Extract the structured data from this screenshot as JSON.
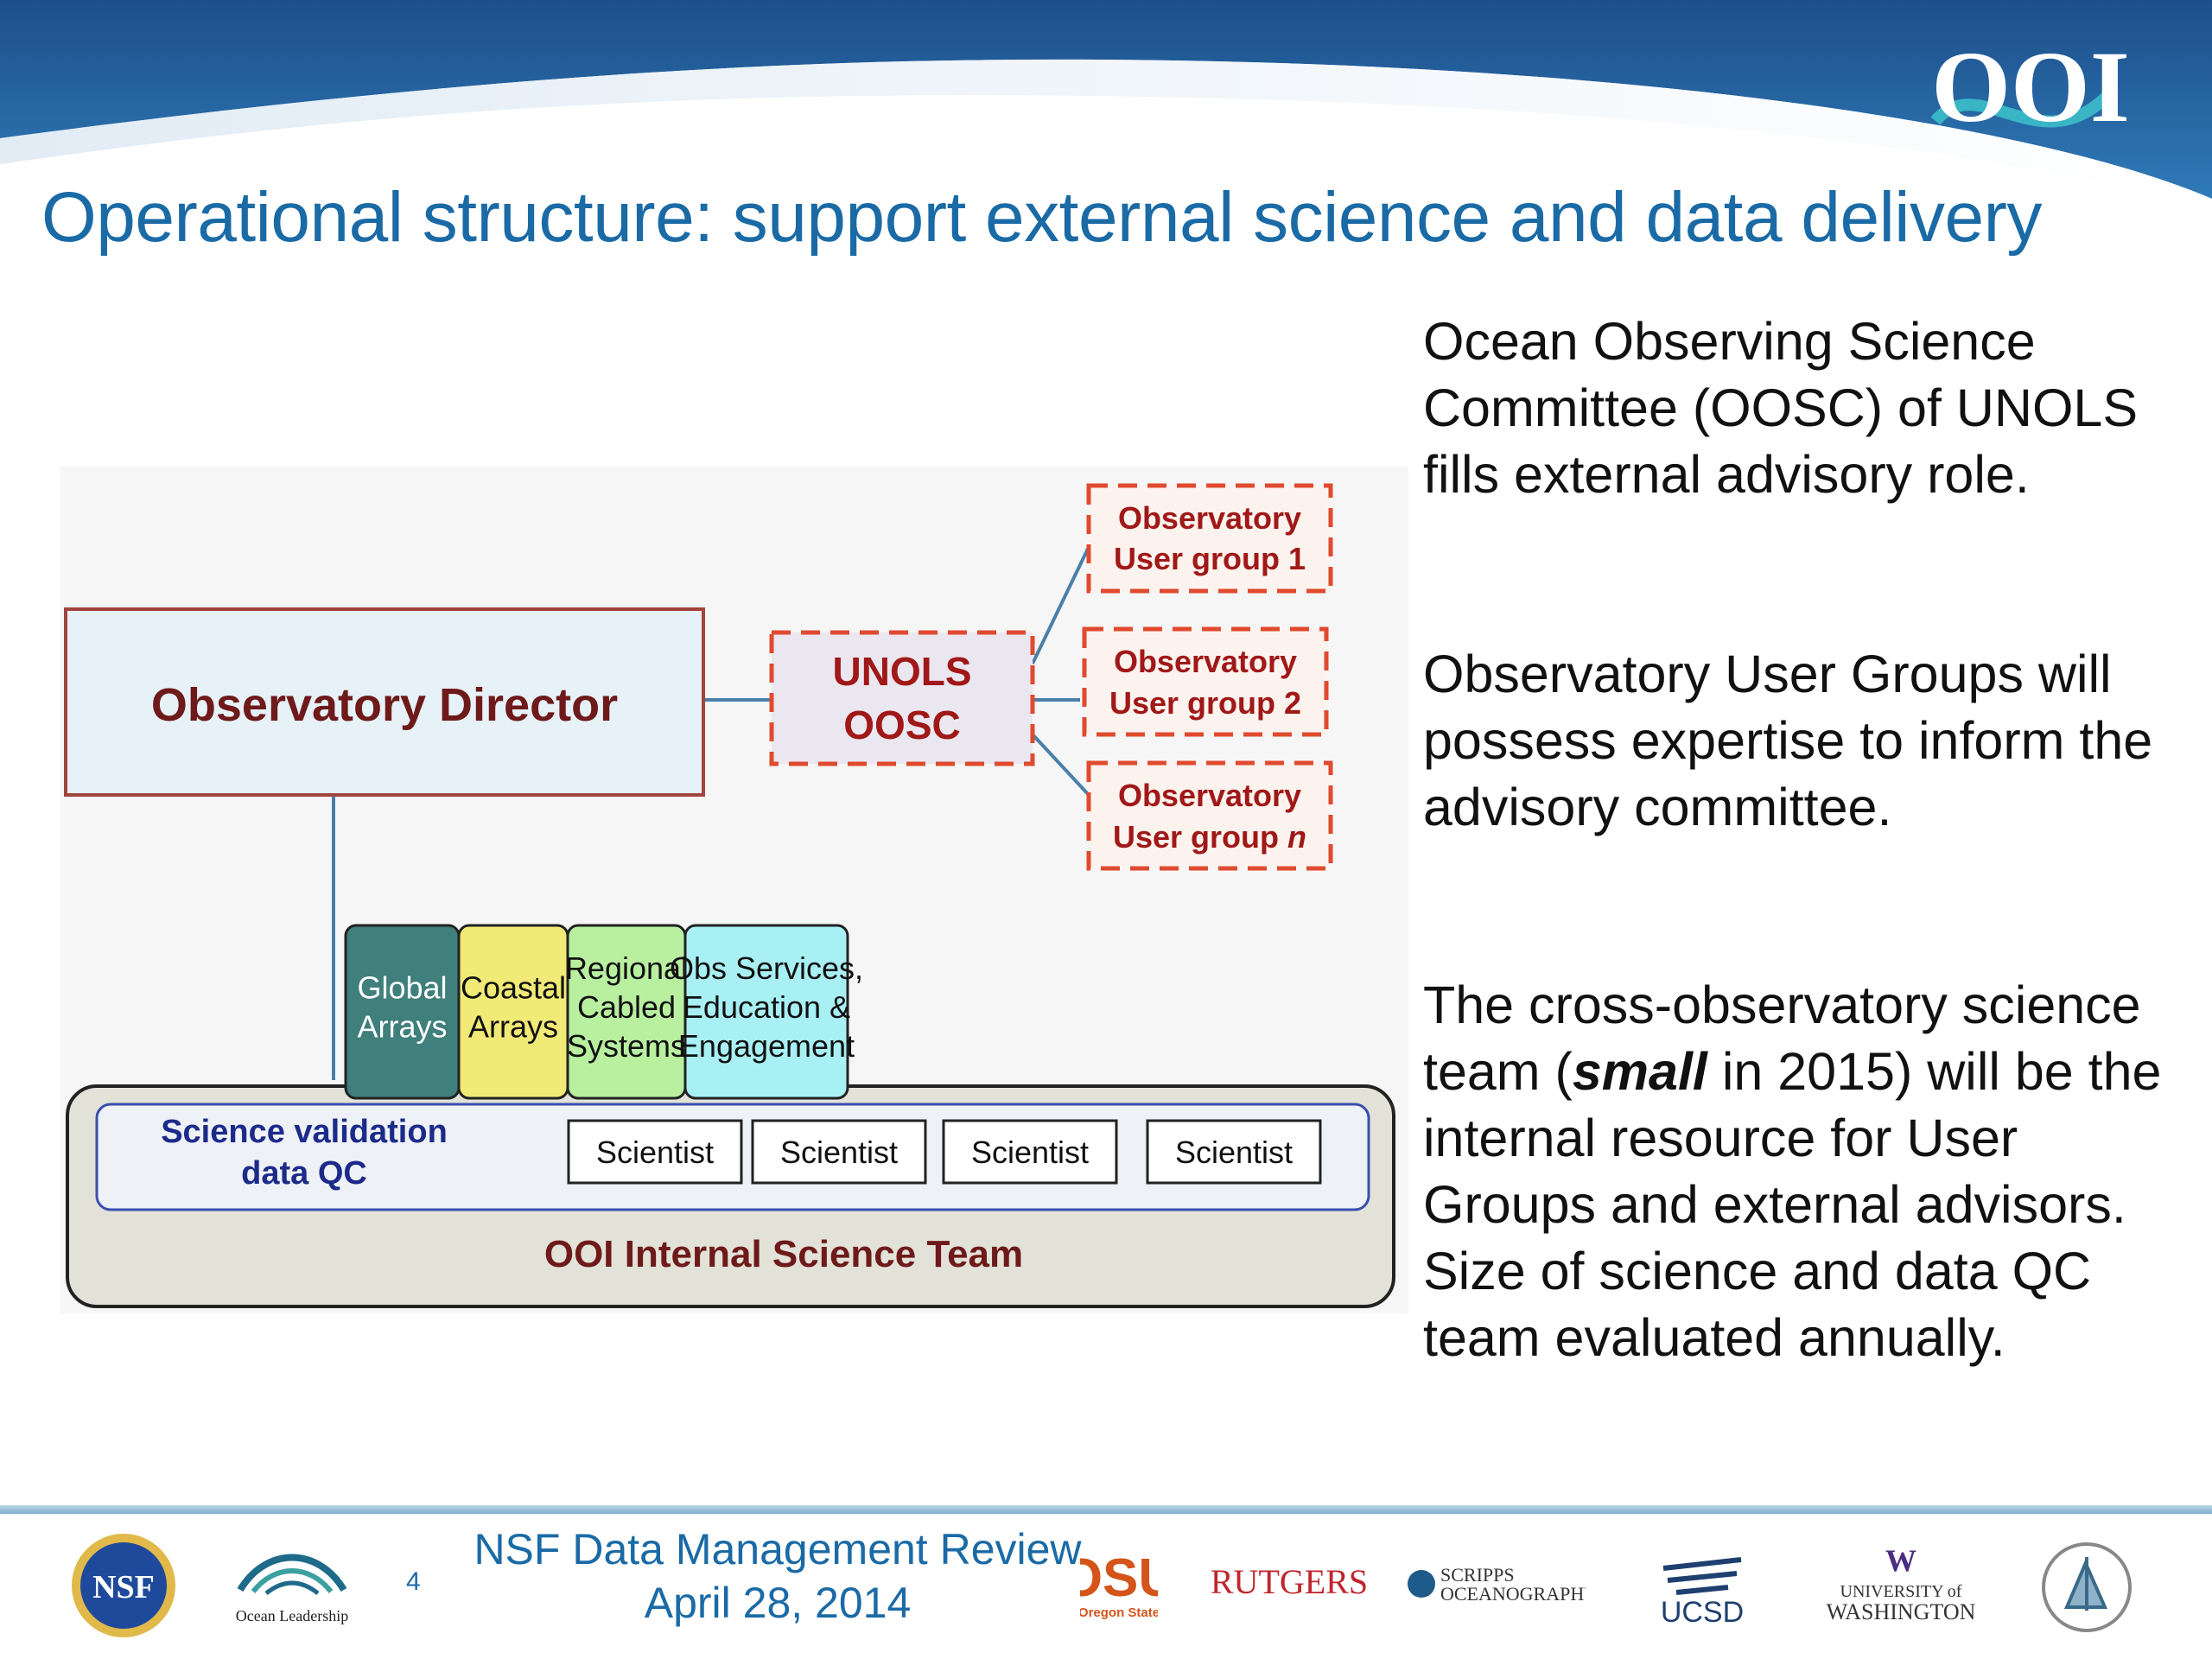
{
  "header": {
    "logo_text": "OOI",
    "title": "Operational structure: support external science and data delivery"
  },
  "diagram": {
    "director": "Observatory Director",
    "unols": [
      "UNOLS",
      "OOSC"
    ],
    "user_groups": [
      {
        "line1": "Observatory",
        "line2": "User group 1"
      },
      {
        "line1": "Observatory",
        "line2": "User group 2"
      },
      {
        "line1": "Observatory",
        "line2": "User group ",
        "line2_italic": "n"
      }
    ],
    "categories": [
      {
        "lines": [
          "Global",
          "Arrays"
        ],
        "color": "#3f7f7c"
      },
      {
        "lines": [
          "Coastal",
          "Arrays"
        ],
        "color": "#f2ea77"
      },
      {
        "lines": [
          "Regional",
          "Cabled",
          "Systems"
        ],
        "color": "#b9f0a0"
      },
      {
        "lines": [
          "Obs Services,",
          "Education &",
          "Engagement"
        ],
        "color": "#a8f0f4"
      }
    ],
    "validation_label": [
      "Science validation",
      "data QC"
    ],
    "scientists": [
      "Scientist",
      "Scientist",
      "Scientist",
      "Scientist"
    ],
    "team_label": "OOI Internal Science Team"
  },
  "body": {
    "p1": "Ocean Observing Science Committee (OOSC) of UNOLS fills external advisory role.",
    "p2": "Observatory User Groups will possess expertise to inform the advisory committee.",
    "p3_before": "The cross-observatory science team (",
    "p3_emphasis": "small",
    "p3_after": " in 2015) will be the internal resource for User Groups and external advisors.  Size of science and data QC team evaluated annually."
  },
  "footer": {
    "title_line1": "NSF Data Management Review",
    "title_line2": "April 28, 2014",
    "page_number": "4",
    "logos": {
      "nsf": "NSF",
      "consortium": "Ocean Leadership",
      "osu": "OSU",
      "osu_sub": "Oregon State",
      "rutgers": "RUTGERS",
      "scripps": "SCRIPPS",
      "scripps_sub": "OCEANOGRAPHY",
      "ucsd": "UCSD",
      "uw_mark": "W",
      "uw_line1": "UNIVERSITY of",
      "uw_line2": "WASHINGTON"
    }
  }
}
